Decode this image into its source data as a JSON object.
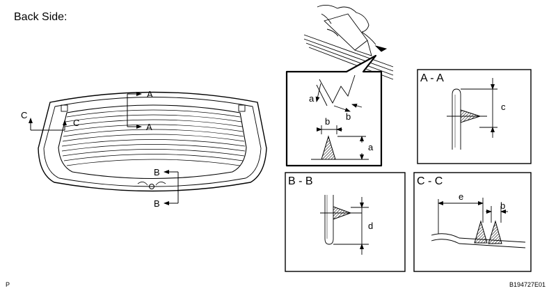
{
  "title": "Back Side:",
  "window_labels": {
    "section_a": "A",
    "section_a_repeat": "A",
    "section_b": "B",
    "section_b_repeat": "B",
    "section_c": "C",
    "section_c_repeat": "C"
  },
  "detail_zoom": {
    "dim_a_top": "a",
    "dim_b_top": "b",
    "dim_b_bottom": "b",
    "dim_a_bottom": "a"
  },
  "panel_aa": {
    "title": "A - A",
    "dim": "c"
  },
  "panel_bb": {
    "title": "B - B",
    "dim": "d"
  },
  "panel_cc": {
    "title": "C - C",
    "dim_e": "e",
    "dim_b": "b"
  },
  "footer": {
    "left_mark": "P",
    "figure_code": "B194727E01"
  },
  "icons": [
    "hand-applicator-icon",
    "adhesive-bead-icon",
    "rear-window-glass-icon"
  ]
}
